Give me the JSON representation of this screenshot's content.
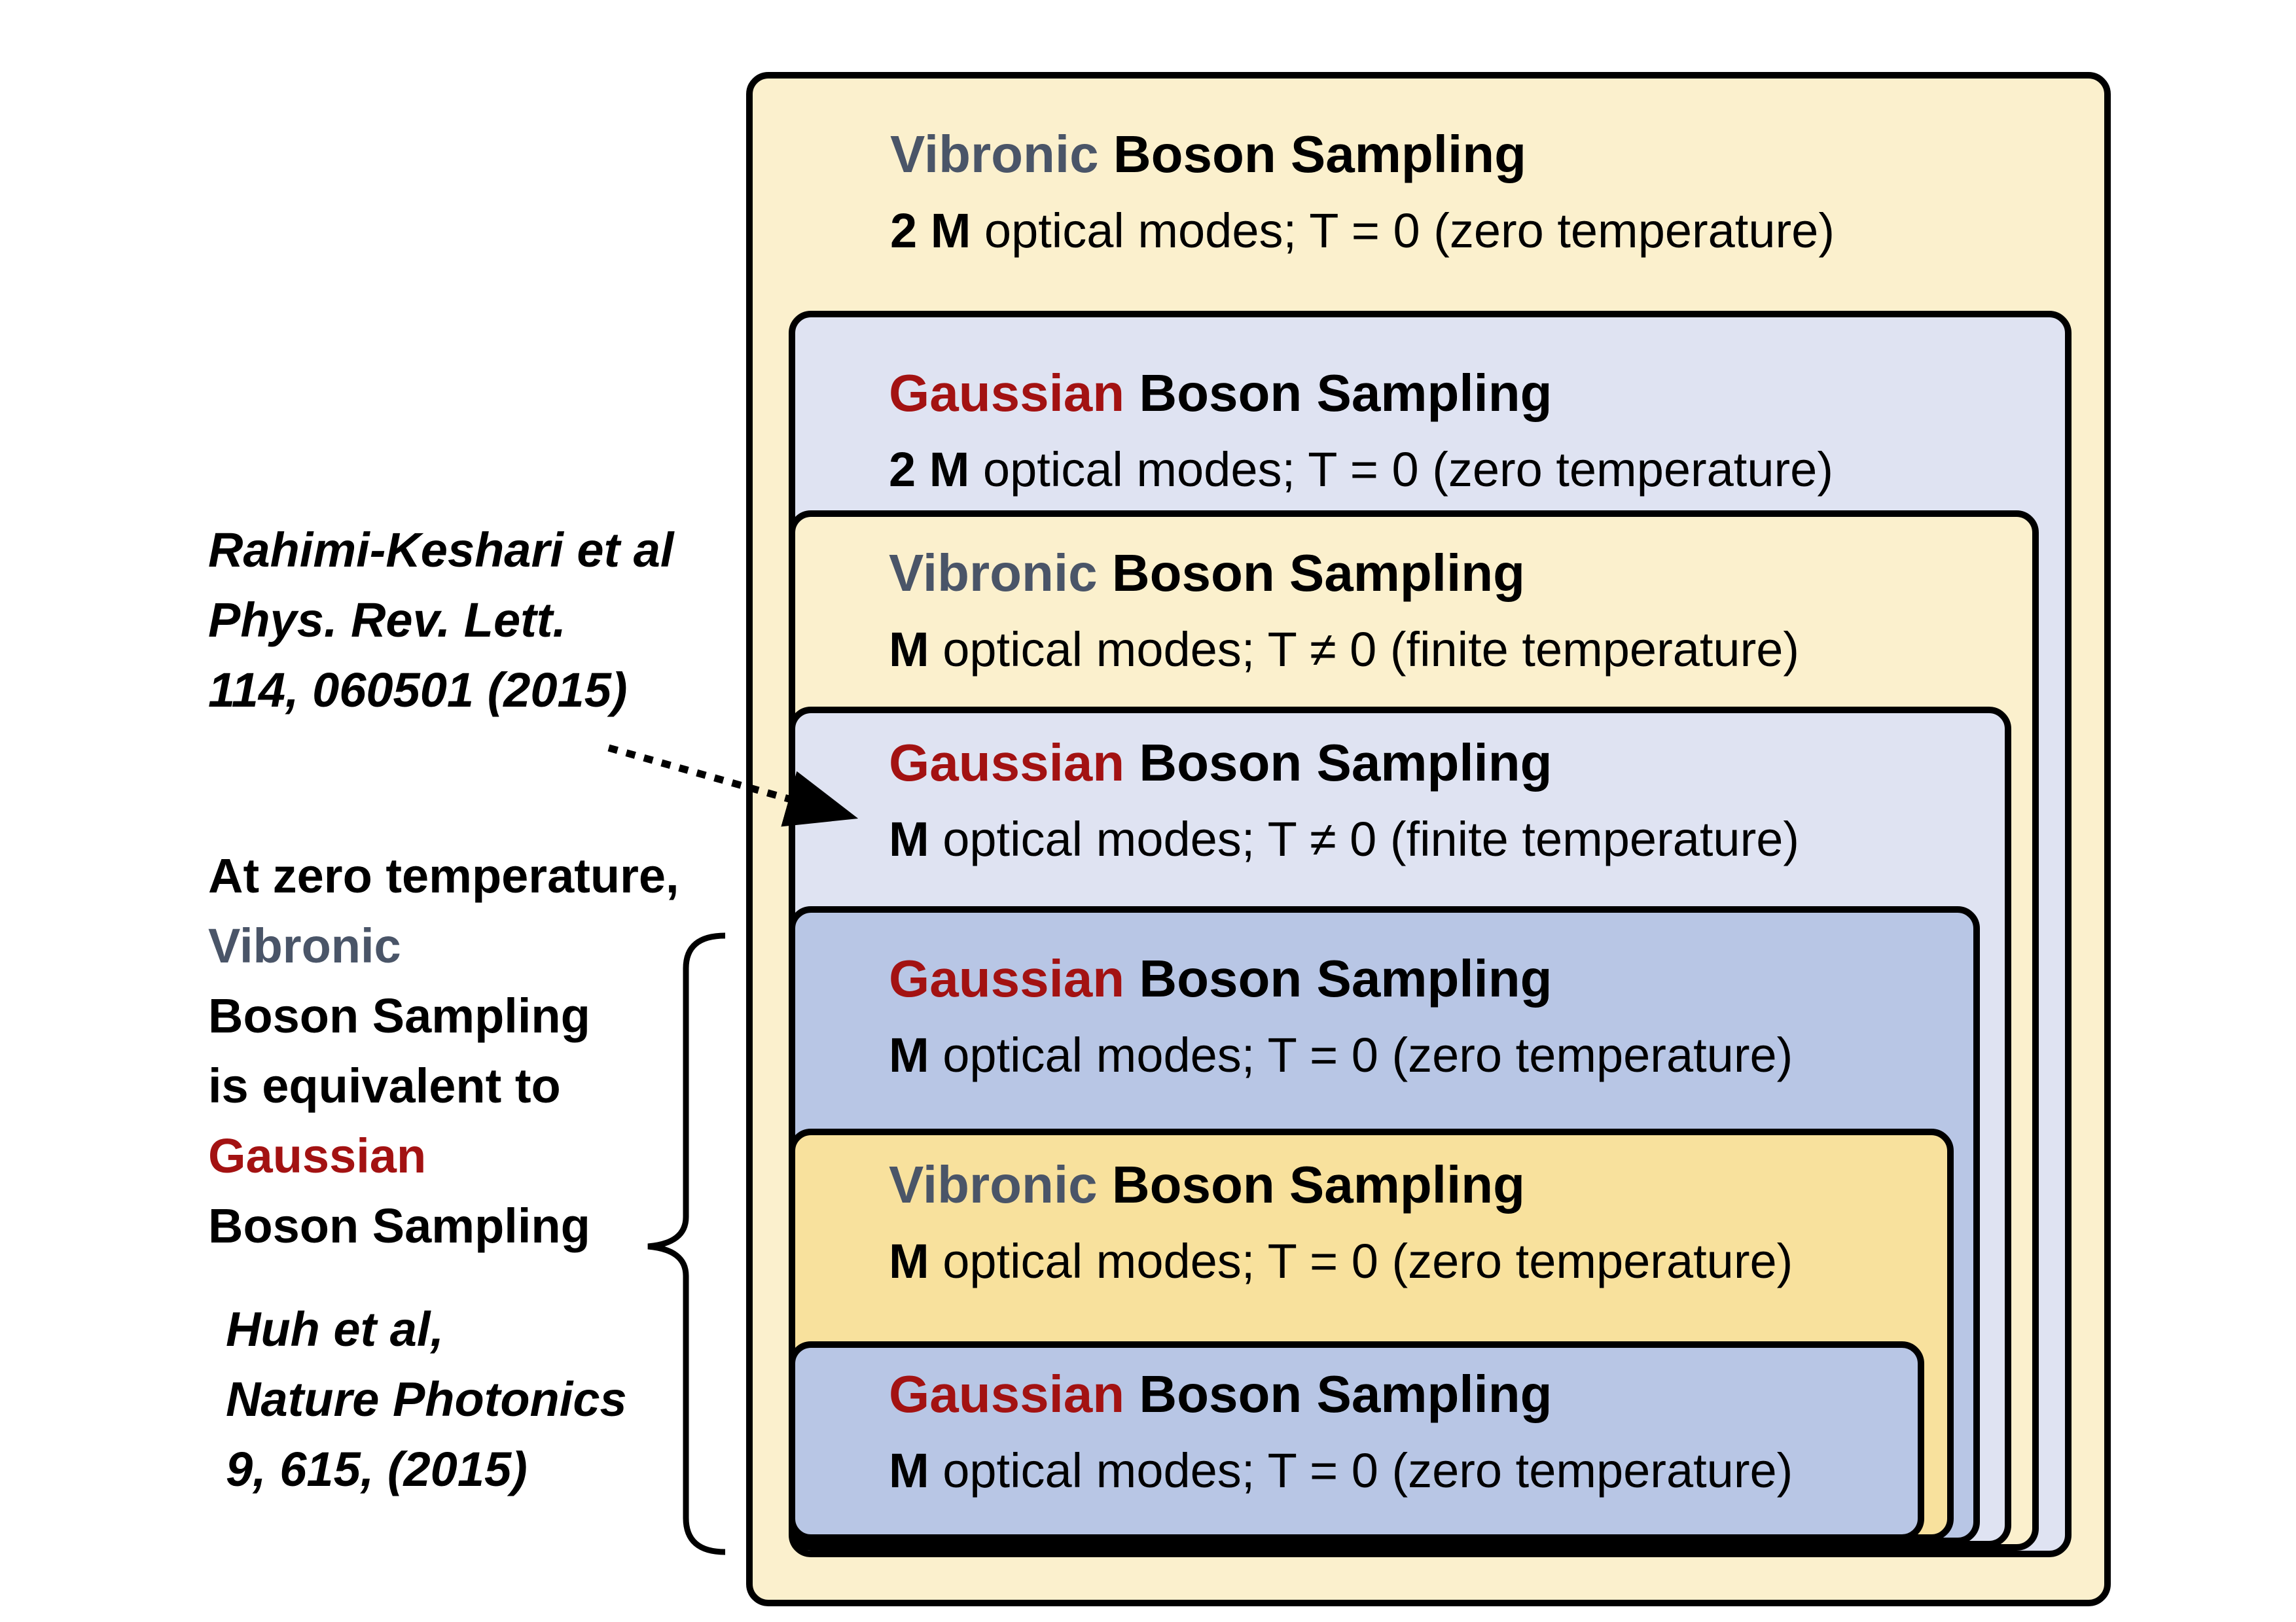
{
  "boxes": [
    {
      "kind": "Vibronic",
      "title_rest": " Boson Sampling",
      "mult": "2 M",
      "modes_text": " optical modes; T = 0 (zero temperature)",
      "fill": "#fbf0cd"
    },
    {
      "kind": "Gaussian",
      "title_rest": " Boson Sampling",
      "mult": "2 M",
      "modes_text": " optical modes; T = 0 (zero temperature)",
      "fill": "#dfe3f2"
    },
    {
      "kind": "Vibronic",
      "title_rest": " Boson Sampling",
      "mult": "M",
      "modes_text": " optical modes; T ≠ 0 (finite temperature)",
      "fill": "#fbf0cd"
    },
    {
      "kind": "Gaussian",
      "title_rest": " Boson Sampling",
      "mult": "M",
      "modes_text": " optical modes; T ≠ 0 (finite temperature)",
      "fill": "#dfe3f2"
    },
    {
      "kind": "Gaussian",
      "title_rest": " Boson Sampling",
      "mult": "M",
      "modes_text": " optical modes; T = 0 (zero temperature)",
      "fill": "#b8c6e5"
    },
    {
      "kind": "Vibronic",
      "title_rest": " Boson Sampling",
      "mult": "M",
      "modes_text": " optical modes; T = 0 (zero temperature)",
      "fill": "#f8e19d"
    },
    {
      "kind": "Gaussian",
      "title_rest": " Boson Sampling",
      "mult": "M",
      "modes_text": " optical modes; T = 0 (zero temperature)",
      "fill": "#b8c6e5"
    }
  ],
  "reference_top": {
    "line1": "Rahimi-Keshari et al",
    "line2": "Phys. Rev. Lett.",
    "line3": "114, 060501 (2015)"
  },
  "equivalence_note": {
    "line1": "At  zero temperature,",
    "line2": "Vibronic",
    "line3": "Boson Sampling",
    "line4": "is equivalent to",
    "line5": "Gaussian",
    "line6": "Boson Sampling"
  },
  "reference_bottom": {
    "line1": "Huh et al,",
    "line2": "Nature Photonics",
    "line3": "9, 615, (2015)"
  },
  "colors": {
    "vibronic": "#4a5568",
    "gaussian": "#a31212",
    "border": "#000000"
  }
}
